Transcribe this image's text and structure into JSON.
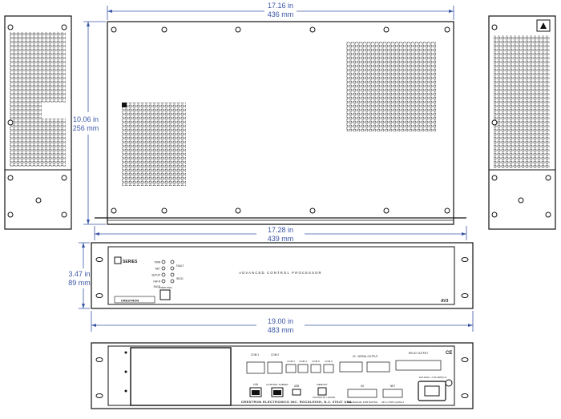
{
  "dimensions": {
    "top_width_in": "17.16 in",
    "top_width_mm": "436 mm",
    "depth_in": "10.06 in",
    "depth_mm": "256 mm",
    "base_width_in": "17.28 in",
    "base_width_mm": "439 mm",
    "height_in": "3.47 in",
    "height_mm": "89 mm",
    "overall_width_in": "19.00 in",
    "overall_width_mm": "483 mm"
  },
  "front_panel": {
    "series_label": "SERIES",
    "model_title": "ADVANCED CONTROL PROCESSOR",
    "model_short": "AV3",
    "brand": "CRESTRON",
    "led_labels": [
      "PWR",
      "NET",
      "SETUP",
      "HW-R",
      "SW-R"
    ],
    "fault_label": "FAULT",
    "ir_label": "IR/CD",
    "computer_label": "COMPUTER"
  },
  "rear_panel": {
    "port_groups": [
      "COM 1",
      "COM 2",
      "COM 3",
      "COM 4",
      "COM 5",
      "COM 6"
    ],
    "serial_label": "IR - SERIAL OUTPUT",
    "relay_label": "RELAY OUTPUT",
    "io_label": "I/O",
    "lan_label": "LAN",
    "control_label": "CONTROL SUBNET",
    "usb_label": "USB",
    "memory_label": "MEMORY",
    "contacts_label": "CONTACTS / DOWN",
    "net_label": "NET",
    "power_label": "100-240V~ 2.5A 50/60 Hz",
    "ce_label": "CE",
    "manufacturer": "CRESTRON ELECTRONICS INC. ROCKLEIGH, N.J. 07647 USA",
    "manual_note": "SEE MANUAL FOR RATING",
    "class_note": "24V 1.75W CLASS 2"
  },
  "colors": {
    "dimension": "#3b56a6",
    "outline": "#1a1a1a",
    "perforation": "#333333"
  }
}
